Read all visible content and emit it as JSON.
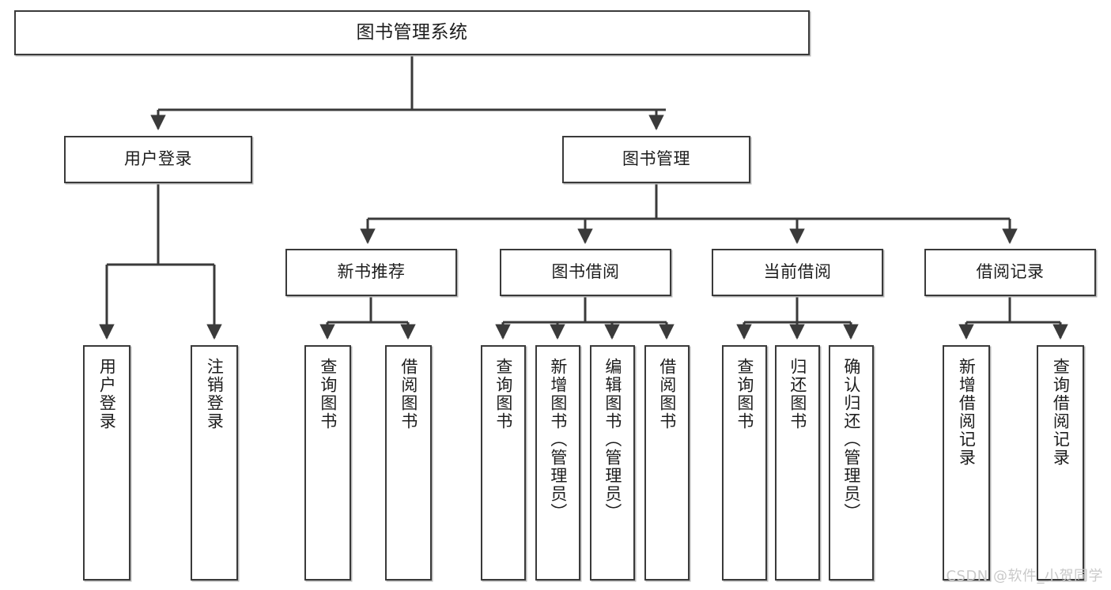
{
  "diagram": {
    "title": "图书管理系统",
    "watermark": "CSDN @软件_小贺同学",
    "stroke_color": "#3a3a3a",
    "background_color": "#ffffff"
  },
  "nodes": {
    "root": {
      "label": "图书管理系统"
    },
    "level2": [
      {
        "label": "用户登录"
      },
      {
        "label": "图书管理"
      }
    ],
    "level3": [
      {
        "label": "新书推荐"
      },
      {
        "label": "图书借阅"
      },
      {
        "label": "当前借阅"
      },
      {
        "label": "借阅记录"
      }
    ],
    "leaves": {
      "user_login": [
        {
          "label": "用户登录"
        },
        {
          "label": "注销登录"
        }
      ],
      "new_book": [
        {
          "label": "查询图书"
        },
        {
          "label": "借阅图书"
        }
      ],
      "book_borrow": [
        {
          "label": "查询图书"
        },
        {
          "label": "新增图书（管理员）"
        },
        {
          "label": "编辑图书（管理员）"
        },
        {
          "label": "借阅图书"
        }
      ],
      "current_borrow": [
        {
          "label": "查询图书"
        },
        {
          "label": "归还图书"
        },
        {
          "label": "确认归还（管理员）"
        }
      ],
      "borrow_record": [
        {
          "label": "新增借阅记录"
        },
        {
          "label": "查询借阅记录"
        }
      ]
    }
  }
}
